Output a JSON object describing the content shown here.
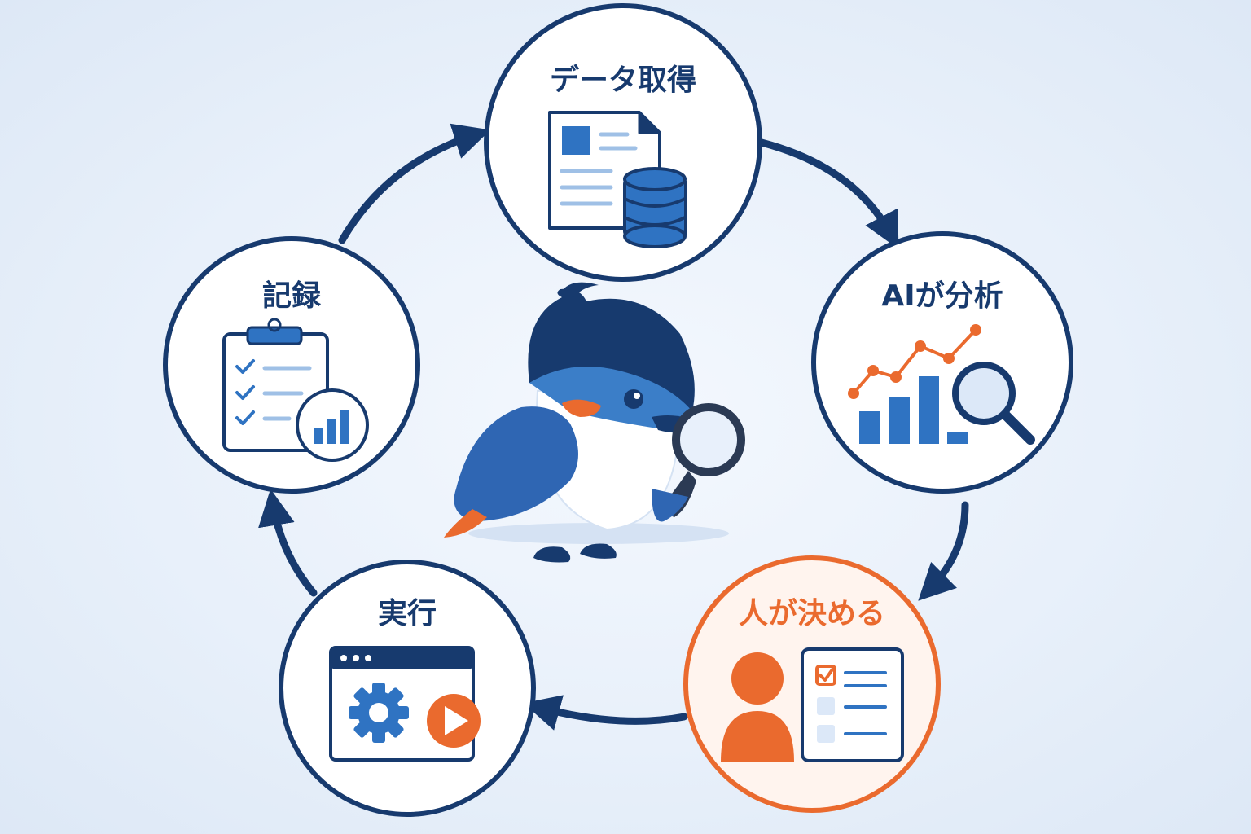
{
  "diagram": {
    "steps": [
      {
        "label": "データ取得"
      },
      {
        "label": "AIが分析"
      },
      {
        "label": "人が決める"
      },
      {
        "label": "実行"
      },
      {
        "label": "記録"
      }
    ]
  },
  "colors": {
    "navy": "#173a6e",
    "blue": "#2f73c2",
    "light_blue": "#9fc0e6",
    "orange": "#ea6a2e",
    "background": "#e6eef9"
  },
  "icons": {
    "data_acquisition": "document-database-icon",
    "ai_analysis": "chart-magnifier-icon",
    "human_decision": "person-checklist-icon",
    "execution": "window-gear-play-icon",
    "record": "clipboard-chart-icon",
    "mascot": "bird-with-magnifier-mascot"
  }
}
